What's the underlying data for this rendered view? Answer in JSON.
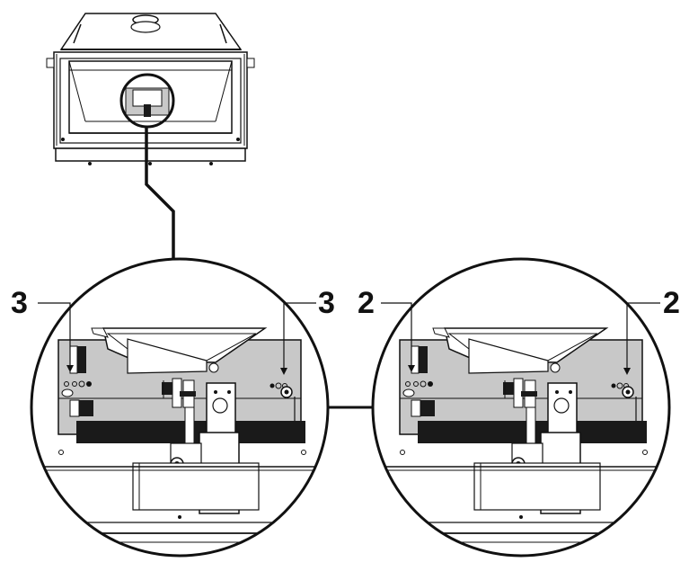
{
  "diagram": {
    "left_detail": {
      "label_left": "3",
      "label_right": "3"
    },
    "right_detail": {
      "label_left": "2",
      "label_right": "2"
    },
    "colors": {
      "line": "#111111",
      "plate": "#c8c8c8",
      "dark": "#1a1a1a",
      "light": "#eeeeee"
    }
  }
}
